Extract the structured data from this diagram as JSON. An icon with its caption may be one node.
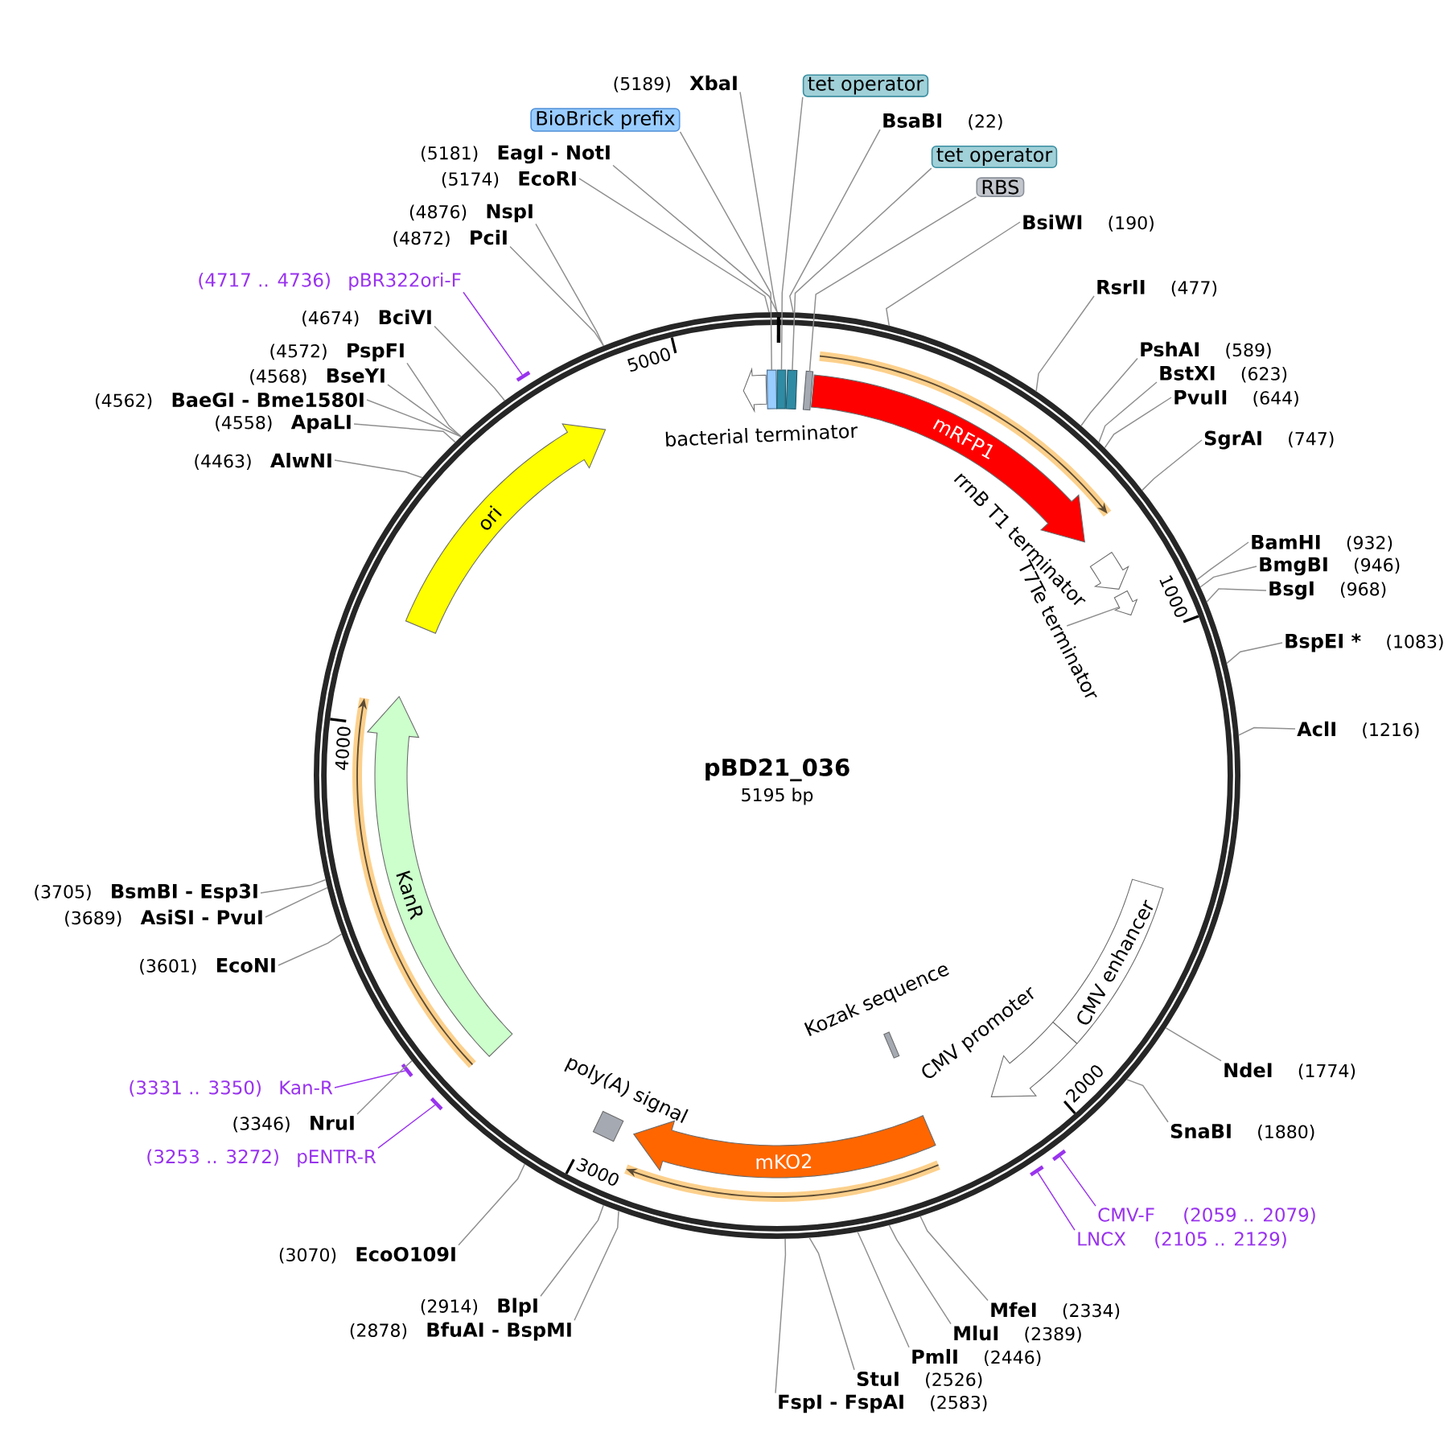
{
  "diagram": {
    "nodes": [
      {
        "text": [
          "pBD21_036",
          "5195 bp"
        ]
      },
      {
        "text": [
          "bacterial terminator"
        ],
        "in": 0
      },
      {
        "text": [],
        "shape": "box",
        "in": 0
      },
      {
        "text": [],
        "shape": "box",
        "in": 0
      },
      {
        "text": [],
        "shape": "box",
        "in": 0
      },
      {
        "text": [],
        "shape": "box",
        "in": 0
      },
      {
        "text": [
          "mRFP1"
        ],
        "in": 0
      },
      {
        "text": [
          "rrnB T1 terminator"
        ],
        "in": 0
      },
      {
        "text": [],
        "shape": "arrow",
        "in": 0
      },
      {
        "text": [
          "T7Te terminator"
        ],
        "in": 0
      },
      {
        "text": [
          "CMV enhancer"
        ],
        "in": 0
      },
      {
        "text": [
          "CMV promoter"
        ],
        "in": 0
      },
      {
        "text": [
          "Kozak sequence"
        ],
        "in": 0
      },
      {
        "text": [
          "mKO2"
        ],
        "in": 0
      },
      {
        "text": [
          "poly(A) signal"
        ],
        "in": 0
      },
      {
        "text": [
          "KanR"
        ],
        "in": 0
      },
      {
        "text": [
          "ori"
        ],
        "in": 0
      },
      {
        "text": [
          "(5189)",
          "XbaI"
        ]
      },
      {
        "text": [
          "tet operator"
        ]
      },
      {
        "text": [
          "BioBrick prefix"
        ]
      },
      {
        "text": [
          "BsaBI",
          "(22)"
        ]
      },
      {
        "text": [
          "(5181)",
          "EagI - NotI"
        ]
      },
      {
        "text": [
          "tet operator"
        ]
      },
      {
        "text": [
          "(5174)",
          "EcoRI"
        ]
      },
      {
        "text": [
          "RBS"
        ]
      },
      {
        "text": [
          "(4876)",
          "NspI"
        ]
      },
      {
        "text": [
          "BsiWI",
          "(190)"
        ]
      },
      {
        "text": [
          "(4872)",
          "PciI"
        ]
      },
      {
        "text": [
          "(4717 .. 4736)",
          "pBR322ori-F"
        ]
      },
      {
        "text": [
          "RsrII",
          "(477)"
        ]
      },
      {
        "text": [
          "(4674)",
          "BciVI"
        ]
      },
      {
        "text": [
          "PshAI",
          "(589)"
        ]
      },
      {
        "text": [
          "(4572)",
          "PspFI"
        ]
      },
      {
        "text": [
          "BstXI",
          "(623)"
        ]
      },
      {
        "text": [
          "(4568)",
          "BseYI"
        ]
      },
      {
        "text": [
          "PvuII",
          "(644)"
        ]
      },
      {
        "text": [
          "(4562)",
          "BaeGI - Bme1580I"
        ]
      },
      {
        "text": [
          "(4558)",
          "ApaLI"
        ]
      },
      {
        "text": [
          "SgrAI",
          "(747)"
        ]
      },
      {
        "text": [
          "(4463)",
          "AlwNI"
        ]
      },
      {
        "text": [
          "BamHI",
          "(932)"
        ]
      },
      {
        "text": [
          "BmgBI",
          "(946)"
        ]
      },
      {
        "text": [
          "BsgI",
          "(968)"
        ]
      },
      {
        "text": [
          "BspEI *",
          "(1083)"
        ]
      },
      {
        "text": [
          "AclI",
          "(1216)"
        ]
      },
      {
        "text": [
          "(3705)",
          "BsmBI - Esp3I"
        ]
      },
      {
        "text": [
          "(3689)",
          "AsiSI - PvuI"
        ]
      },
      {
        "text": [
          "(3601)",
          "EcoNI"
        ]
      },
      {
        "text": [
          "NdeI",
          "(1774)"
        ]
      },
      {
        "text": [
          "(3331 .. 3350)",
          "Kan-R"
        ]
      },
      {
        "text": [
          "(3346)",
          "NruI"
        ]
      },
      {
        "text": [
          "SnaBI",
          "(1880)"
        ]
      },
      {
        "text": [
          "(3253 .. 3272)",
          "pENTR-R"
        ]
      },
      {
        "text": [
          "CMV-F",
          "(2059 .. 2079)"
        ]
      },
      {
        "text": [
          "LNCX",
          "(2105 .. 2129)"
        ]
      },
      {
        "text": [
          "(3070)",
          "EcoO109I"
        ]
      },
      {
        "text": [
          "(2914)",
          "BlpI"
        ]
      },
      {
        "text": [
          "MfeI",
          "(2334)"
        ]
      },
      {
        "text": [
          "(2878)",
          "BfuAI - BspMI"
        ]
      },
      {
        "text": [
          "MluI",
          "(2389)"
        ]
      },
      {
        "text": [
          "PmlI",
          "(2446)"
        ]
      },
      {
        "text": [
          "StuI",
          "(2526)"
        ]
      },
      {
        "text": [
          "FspI - FspAI",
          "(2583)"
        ]
      },
      {
        "text": [],
        "shape": "bar"
      },
      {
        "text": [],
        "shape": "bar"
      },
      {
        "text": [],
        "shape": "bar"
      },
      {
        "text": [],
        "shape": "bar"
      },
      {
        "text": [],
        "shape": "bar"
      }
    ],
    "edges": [
      {
        "from": 9,
        "to": 8,
        "arrow": "none"
      },
      {
        "from": 17,
        "to": 0,
        "arrow": "none"
      },
      {
        "from": 18,
        "to": 3,
        "arrow": "none"
      },
      {
        "from": 19,
        "to": 2,
        "arrow": "none"
      },
      {
        "from": 20,
        "to": 0,
        "arrow": "none"
      },
      {
        "from": 21,
        "to": 0,
        "arrow": "none"
      },
      {
        "from": 22,
        "to": 4,
        "arrow": "none"
      },
      {
        "from": 23,
        "to": 0,
        "arrow": "none"
      },
      {
        "from": 24,
        "to": 5,
        "arrow": "none"
      },
      {
        "from": 25,
        "to": 0,
        "arrow": "none"
      },
      {
        "from": 26,
        "to": 0,
        "arrow": "none"
      },
      {
        "from": 27,
        "to": 0,
        "arrow": "none"
      },
      {
        "from": 28,
        "to": 63,
        "arrow": "none",
        "color": "#9933ee"
      },
      {
        "from": 29,
        "to": 0,
        "arrow": "none"
      },
      {
        "from": 30,
        "to": 0,
        "arrow": "none"
      },
      {
        "from": 31,
        "to": 0,
        "arrow": "none"
      },
      {
        "from": 32,
        "to": 0,
        "arrow": "none"
      },
      {
        "from": 33,
        "to": 0,
        "arrow": "none"
      },
      {
        "from": 34,
        "to": 0,
        "arrow": "none"
      },
      {
        "from": 35,
        "to": 0,
        "arrow": "none"
      },
      {
        "from": 36,
        "to": 0,
        "arrow": "none"
      },
      {
        "from": 37,
        "to": 0,
        "arrow": "none"
      },
      {
        "from": 38,
        "to": 0,
        "arrow": "none"
      },
      {
        "from": 39,
        "to": 0,
        "arrow": "none"
      },
      {
        "from": 40,
        "to": 0,
        "arrow": "none"
      },
      {
        "from": 41,
        "to": 0,
        "arrow": "none"
      },
      {
        "from": 42,
        "to": 0,
        "arrow": "none"
      },
      {
        "from": 43,
        "to": 0,
        "arrow": "none"
      },
      {
        "from": 44,
        "to": 0,
        "arrow": "none"
      },
      {
        "from": 45,
        "to": 0,
        "arrow": "none"
      },
      {
        "from": 46,
        "to": 0,
        "arrow": "none"
      },
      {
        "from": 47,
        "to": 0,
        "arrow": "none"
      },
      {
        "from": 48,
        "to": 0,
        "arrow": "none"
      },
      {
        "from": 49,
        "to": 64,
        "arrow": "none",
        "color": "#9933ee"
      },
      {
        "from": 50,
        "to": 0,
        "arrow": "none"
      },
      {
        "from": 51,
        "to": 0,
        "arrow": "none"
      },
      {
        "from": 52,
        "to": 65,
        "arrow": "none",
        "color": "#9933ee"
      },
      {
        "from": 53,
        "to": 66,
        "arrow": "none",
        "color": "#9933ee"
      },
      {
        "from": 54,
        "to": 67,
        "arrow": "none",
        "color": "#9933ee"
      },
      {
        "from": 55,
        "to": 0,
        "arrow": "none"
      },
      {
        "from": 56,
        "to": 0,
        "arrow": "none"
      },
      {
        "from": 57,
        "to": 0,
        "arrow": "none"
      },
      {
        "from": 58,
        "to": 0,
        "arrow": "none"
      },
      {
        "from": 59,
        "to": 0,
        "arrow": "none"
      },
      {
        "from": 60,
        "to": 0,
        "arrow": "none"
      },
      {
        "from": 61,
        "to": 0,
        "arrow": "none"
      },
      {
        "from": 62,
        "to": 0,
        "arrow": "none"
      }
    ],
    "labels": [
      "1000",
      "2000",
      "3000",
      "4000",
      "5000"
    ]
  }
}
